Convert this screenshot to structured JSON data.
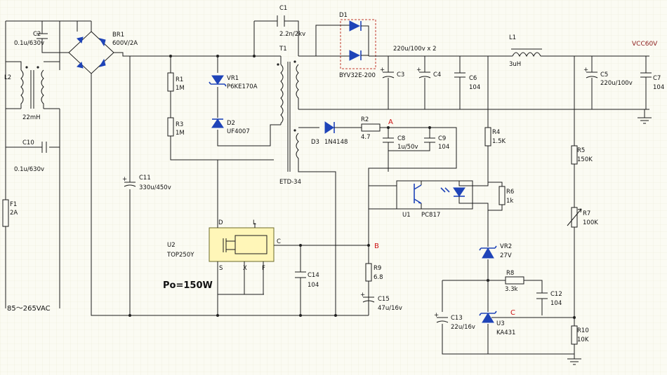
{
  "labels": {
    "c2": "C2",
    "c2v": "0.1u/630v",
    "br1": "BR1",
    "br1v": "600V/2A",
    "c1": "C1",
    "c1v": "2.2n/2kv",
    "d1": "D1",
    "d1v": "BYV32E-200",
    "caps": "220u/100v x 2",
    "l1": "L1",
    "l1v": "3uH",
    "vcc": "VCC60V",
    "l2": "L2",
    "l2v": "22mH",
    "r1": "R1",
    "r1v": "1M",
    "vr1": "VR1",
    "vr1v": "P6KE170A",
    "t1": "T1",
    "t1v": "ETD-34",
    "c3": "C3",
    "c4": "C4",
    "c6": "C6",
    "c6v": "104",
    "c5": "C5",
    "c5v": "220u/100v",
    "c7": "C7",
    "c7v": "104",
    "r3": "R3",
    "r3v": "1M",
    "d2": "D2",
    "d2v": "UF4007",
    "r2": "R2",
    "r2v": "4.7",
    "a": "A",
    "c8": "C8",
    "c8v": "1u/50v",
    "c9": "C9",
    "c9v": "104",
    "d3": "D3",
    "d3v": "1N4148",
    "r4": "R4",
    "r4v": "1.5K",
    "r5": "R5",
    "r5v": "150K",
    "c10": "C10",
    "c10v": "0.1u/630v",
    "c11": "C11",
    "c11v": "330u/450v",
    "r6": "R6",
    "r6v": "1k",
    "u1": "U1",
    "u1v": "PC817",
    "r7": "R7",
    "r7v": "100K",
    "f1": "F1",
    "f1v": "2A",
    "u2": "U2",
    "u2v": "TOP250Y",
    "pin_d": "D",
    "pin_l": "L",
    "pin_c": "C",
    "pin_s": "S",
    "pin_x": "X",
    "pin_f": "F",
    "b": "B",
    "vr2": "VR2",
    "vr2v": "27V",
    "r9": "R9",
    "r9v": "6.8",
    "po": "Po=150W",
    "c14": "C14",
    "c14v": "104",
    "r8": "R8",
    "r8v": "3.3k",
    "c12": "C12",
    "c12v": "104",
    "c15": "C15",
    "c15v": "47u/16v",
    "c13": "C13",
    "c13v": "22u/16v",
    "cnode": "C",
    "u3": "U3",
    "u3v": "KA431",
    "r10": "R10",
    "r10v": "10K",
    "ac": "85～265VAC"
  },
  "colors": {
    "wire": "#1b1b1b",
    "component": "#1f44b8",
    "u2_fill": "#fff6b8",
    "node_label": "#cc1111"
  }
}
